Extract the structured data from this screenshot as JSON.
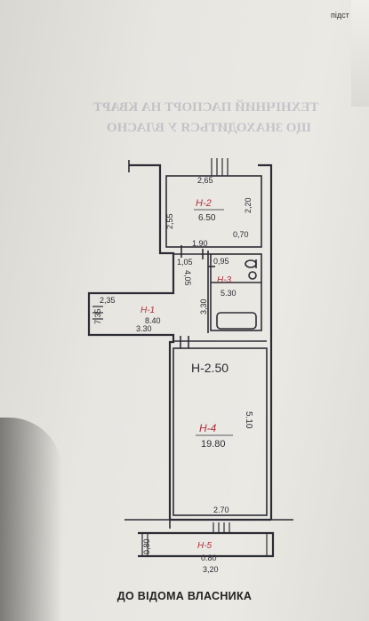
{
  "corner_label": "підст",
  "caption": "ДО ВІДОМА ВЛАСНИКА",
  "ghost_text": {
    "line1": "ТЕХНІЧНИЙ ПАСПОРТ НА КВАРТ",
    "line2": "ЩО ЗНАХОДИТЬСЯ У ВЛАСНО"
  },
  "colors": {
    "ink": "#2c2c34",
    "room_label": "#b0303c"
  },
  "rooms": [
    {
      "name": "Н-2",
      "area": "6.50"
    },
    {
      "name": "Н-3",
      "area": "5.30"
    },
    {
      "name": "Н-1",
      "area": "8.40"
    },
    {
      "name": "Н-4",
      "area": "19.80"
    },
    {
      "name": "Н-5",
      "area": "0.80"
    }
  ],
  "ceiling_height": "Н-2.50",
  "dimensions": {
    "d265": "2,65",
    "d255": "2,55",
    "d220": "2,20",
    "d190": "1.90",
    "d070": "0,70",
    "d105": "1,05",
    "d095": "0,95",
    "d405": "4,05",
    "d235": "2,35",
    "d735": "7.35",
    "d330v": "3,30",
    "d330": "3.30",
    "d510": "5.10",
    "d270": "2.70",
    "d080": "0,80",
    "d320": "3,20"
  }
}
